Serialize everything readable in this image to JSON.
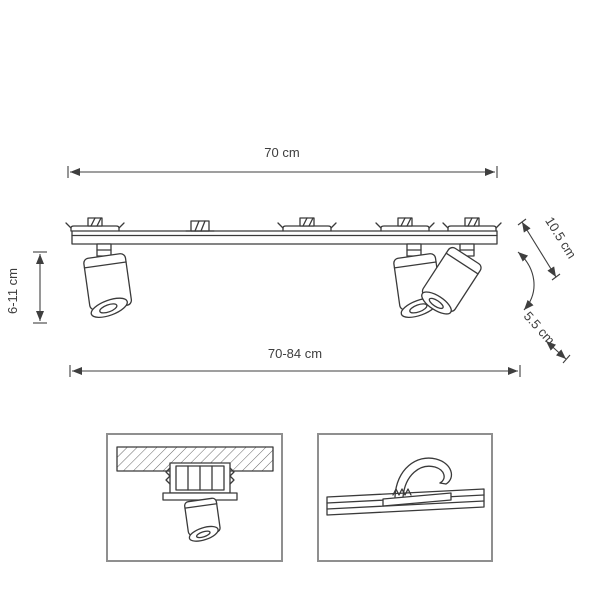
{
  "diagram": {
    "type": "technical-drawing",
    "dimension_labels": {
      "top_width": "70 cm",
      "height": "6-11 cm",
      "bottom_width": "70-84 cm",
      "depth": "10.5 cm",
      "rail_width": "5.5 cm"
    },
    "colors": {
      "background": "#ffffff",
      "line": "#3a3a3a",
      "dimension": "#3f3f3f",
      "inset_border": "#8f8f8f"
    }
  }
}
